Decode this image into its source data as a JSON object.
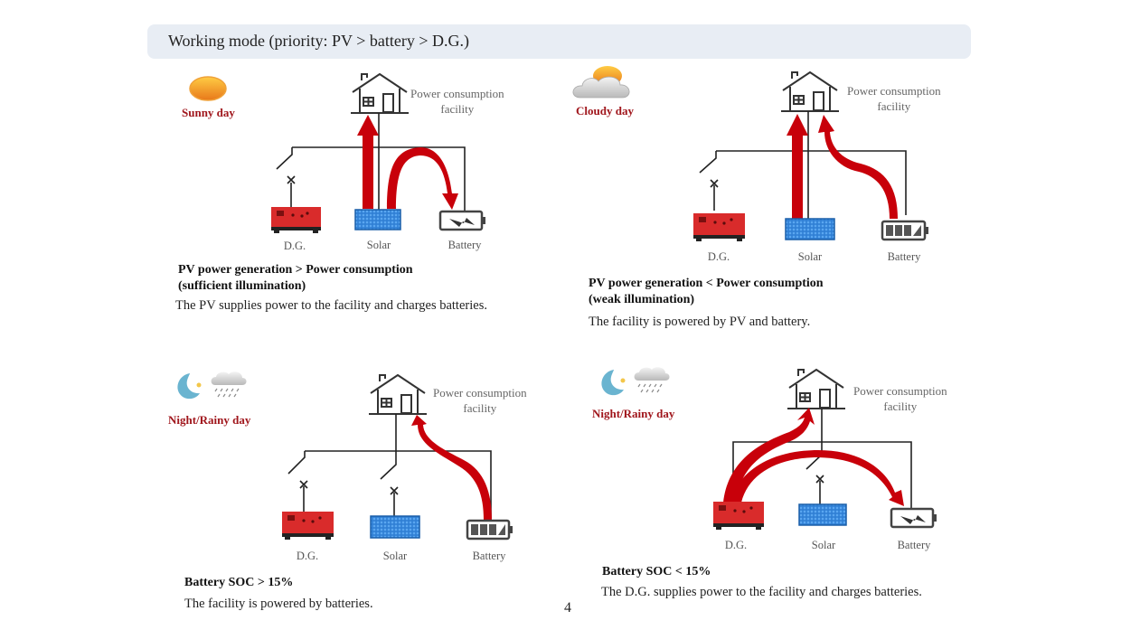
{
  "header": {
    "title": "Working mode (priority: PV > battery > D.G.)"
  },
  "colors": {
    "accent": "#a0161c",
    "flow_arrow": "#c8000a",
    "header_bg": "#e8edf4",
    "solar_blue": "#2f7fd4",
    "generator_red": "#d92b2b"
  },
  "panels": [
    {
      "id": "sunny",
      "weather": {
        "label": "Sunny day",
        "icons": [
          "sun-icon"
        ]
      },
      "facility_label": [
        "Power consumption",
        "facility"
      ],
      "devices": {
        "dg": "D.G.",
        "solar": "Solar",
        "battery": "Battery"
      },
      "battery_state": "charging",
      "condition_title": [
        "PV power generation > Power consumption",
        "(sufficient illumination)"
      ],
      "description": "The PV supplies power to the facility and charges batteries."
    },
    {
      "id": "cloudy",
      "weather": {
        "label": "Cloudy day",
        "icons": [
          "cloud-sun-icon"
        ]
      },
      "facility_label": [
        "Power consumption",
        "facility"
      ],
      "devices": {
        "dg": "D.G.",
        "solar": "Solar",
        "battery": "Battery"
      },
      "battery_state": "discharging",
      "condition_title": [
        "PV power generation < Power consumption",
        "(weak illumination)"
      ],
      "description": "The facility is powered by PV and battery."
    },
    {
      "id": "night-soc-high",
      "weather": {
        "label": "Night/Rainy day",
        "icons": [
          "moon-icon",
          "rain-cloud-icon"
        ]
      },
      "facility_label": [
        "Power consumption",
        "facility"
      ],
      "devices": {
        "dg": "D.G.",
        "solar": "Solar",
        "battery": "Battery"
      },
      "battery_state": "discharging",
      "condition_title": [
        "Battery SOC > 15%"
      ],
      "description": "The facility is powered by batteries."
    },
    {
      "id": "night-soc-low",
      "weather": {
        "label": "Night/Rainy day",
        "icons": [
          "moon-icon",
          "rain-cloud-icon"
        ]
      },
      "facility_label": [
        "Power consumption",
        "facility"
      ],
      "devices": {
        "dg": "D.G.",
        "solar": "Solar",
        "battery": "Battery"
      },
      "battery_state": "charging",
      "condition_title": [
        "Battery SOC < 15%"
      ],
      "description": "The D.G. supplies power to the facility and charges batteries."
    }
  ],
  "page_number": "4"
}
